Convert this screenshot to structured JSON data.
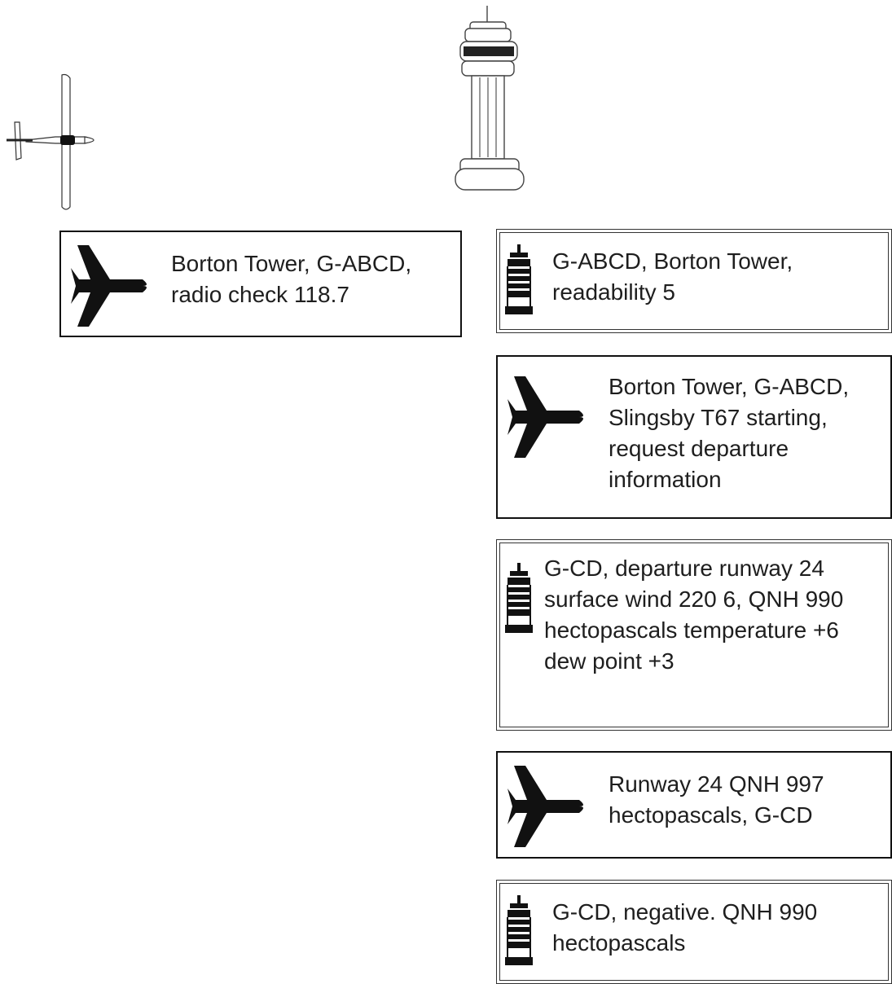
{
  "messages": [
    {
      "speaker": "pilot",
      "text": "Borton Tower, G-ABCD, radio check 118.7"
    },
    {
      "speaker": "tower",
      "text": "G-ABCD, Borton Tower, readability 5"
    },
    {
      "speaker": "pilot",
      "text": "Borton Tower, G-ABCD, Slingsby T67 starting, request departure information"
    },
    {
      "speaker": "tower",
      "text": "G-CD, departure runway 24 surface wind 220 6, QNH 990 hectopascals temperature +6 dew point +3"
    },
    {
      "speaker": "pilot",
      "text": "Runway 24 QNH 997 hectopascals, G-CD"
    },
    {
      "speaker": "tower",
      "text": "G-CD, negative. QNH 990 hectopascals"
    }
  ],
  "icons": {
    "aircraft_illustration": "light-aircraft-top-view-icon",
    "tower_illustration": "control-tower-illustration-icon",
    "pilot_marker": "airplane-icon",
    "tower_marker": "tower-icon"
  },
  "colors": {
    "ink": "#111111",
    "background": "#ffffff"
  }
}
